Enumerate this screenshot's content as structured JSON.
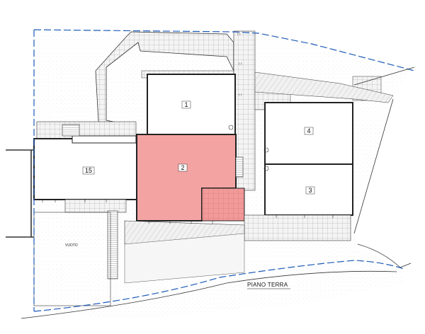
{
  "plan": {
    "title": "PIANO TERRA",
    "void_label": "VUOTO",
    "units": [
      {
        "id": "1",
        "label": "1",
        "highlighted": false
      },
      {
        "id": "2",
        "label": "2",
        "highlighted": true
      },
      {
        "id": "3",
        "label": "3",
        "highlighted": false
      },
      {
        "id": "4",
        "label": "4",
        "highlighted": false
      },
      {
        "id": "15",
        "label": "15",
        "highlighted": false
      }
    ]
  },
  "colors": {
    "highlight_fill": "#f4a3a3",
    "highlight_hatch": "#e98080",
    "wall": "#222222",
    "paving": "#d9d9d9",
    "grass": "#e9ecec",
    "boundary": "#1e5bb8"
  }
}
